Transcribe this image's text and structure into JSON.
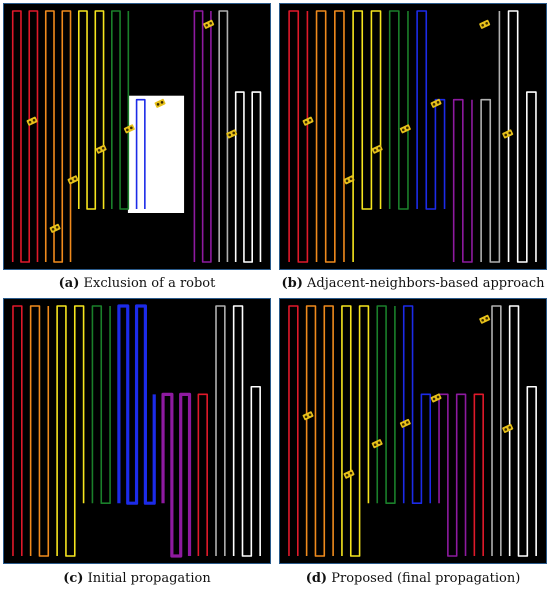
{
  "panels": [
    {
      "id": "a",
      "letter": "(a)",
      "caption": "Exclusion of a robot",
      "white_region": true,
      "strips": [
        {
          "color": "#e0192a",
          "n": 4,
          "style": "thin"
        },
        {
          "color": "#f08a1c",
          "n": 4,
          "style": "thin"
        },
        {
          "color": "#f6e51e",
          "n": 4,
          "style": "thin"
        },
        {
          "color": "#1a7f2a",
          "n": 3,
          "style": "thin"
        },
        {
          "color": "#1c2be8",
          "n": 2,
          "style": "thin"
        },
        {
          "color": "#ffffff",
          "n": 5,
          "style": "none"
        },
        {
          "color": "#8e1aa0",
          "n": 3,
          "style": "thin"
        },
        {
          "color": "#b0b0b0",
          "n": 2,
          "style": "thin"
        },
        {
          "color": "#ffffff",
          "n": 4,
          "style": "thin"
        }
      ],
      "robots": 8
    },
    {
      "id": "b",
      "letter": "(b)",
      "caption": "Adjacent-neighbors-based approach",
      "white_region": false,
      "strips": [
        {
          "color": "#e0192a",
          "n": 3,
          "style": "thin"
        },
        {
          "color": "#f08a1c",
          "n": 4,
          "style": "thin"
        },
        {
          "color": "#f6e51e",
          "n": 4,
          "style": "thin"
        },
        {
          "color": "#1a7f2a",
          "n": 3,
          "style": "thin"
        },
        {
          "color": "#1c2be8",
          "n": 4,
          "style": "thin"
        },
        {
          "color": "#8e1aa0",
          "n": 3,
          "style": "thin"
        },
        {
          "color": "#b0b0b0",
          "n": 3,
          "style": "thin"
        },
        {
          "color": "#ffffff",
          "n": 4,
          "style": "thin"
        }
      ],
      "robots": 7
    },
    {
      "id": "c",
      "letter": "(c)",
      "caption": "Initial propagation",
      "white_region": false,
      "strips": [
        {
          "color": "#e0192a",
          "n": 2,
          "style": "thin"
        },
        {
          "color": "#f08a1c",
          "n": 3,
          "style": "thin"
        },
        {
          "color": "#f6e51e",
          "n": 4,
          "style": "thin"
        },
        {
          "color": "#1a7f2a",
          "n": 3,
          "style": "thin"
        },
        {
          "color": "#1c2be8",
          "n": 5,
          "style": "thick"
        },
        {
          "color": "#8e1aa0",
          "n": 4,
          "style": "thick"
        },
        {
          "color": "#e0192a",
          "n": 2,
          "style": "thin"
        },
        {
          "color": "#b0b0b0",
          "n": 2,
          "style": "thin"
        },
        {
          "color": "#ffffff",
          "n": 4,
          "style": "thin"
        }
      ],
      "robots": 0
    },
    {
      "id": "d",
      "letter": "(d)",
      "caption": "Proposed (final propagation)",
      "white_region": false,
      "strips": [
        {
          "color": "#e0192a",
          "n": 2,
          "style": "thin"
        },
        {
          "color": "#f08a1c",
          "n": 4,
          "style": "thin"
        },
        {
          "color": "#f6e51e",
          "n": 4,
          "style": "thin"
        },
        {
          "color": "#1a7f2a",
          "n": 3,
          "style": "thin"
        },
        {
          "color": "#1c2be8",
          "n": 4,
          "style": "thin"
        },
        {
          "color": "#8e1aa0",
          "n": 4,
          "style": "thin"
        },
        {
          "color": "#e0192a",
          "n": 2,
          "style": "thin"
        },
        {
          "color": "#b0b0b0",
          "n": 2,
          "style": "thin"
        },
        {
          "color": "#ffffff",
          "n": 4,
          "style": "thin"
        }
      ],
      "robots": 7
    }
  ],
  "colors": {
    "background": "#000000",
    "border": "#2a5a8a",
    "robot_body": "#e8c21a",
    "robot_dark": "#3a2a00"
  }
}
